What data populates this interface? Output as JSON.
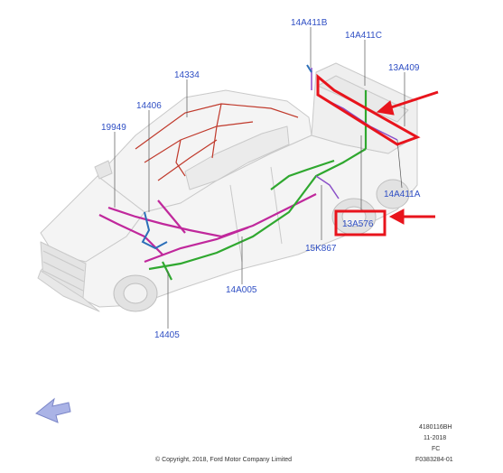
{
  "diagram": {
    "callouts": {
      "c14A411B": "14A411B",
      "c14A411C": "14A411C",
      "c14334": "14334",
      "c13A409": "13A409",
      "c14406": "14406",
      "c19949": "19949",
      "c14A411A": "14A411A",
      "c13A576": "13A576",
      "c15K867": "15K867",
      "c14A005": "14A005",
      "c14405": "14405"
    },
    "meta": {
      "line1": "4180116BH",
      "line2": "11-2018",
      "line3": "FC",
      "line4": "F0383284-01"
    },
    "copyright": "© Copyright, 2018, Ford Motor Company Limited",
    "colors": {
      "callout_text": "#2f4fc4",
      "highlight": "#e8141c",
      "harness_green": "#2fa82f",
      "harness_magenta": "#c0289c",
      "harness_red": "#c0392b",
      "harness_purple": "#8a4fc8",
      "harness_blue": "#2c6fb8",
      "vehicle_outline": "#c9c9c9"
    },
    "icons": [
      "direction-arrow-icon"
    ]
  }
}
